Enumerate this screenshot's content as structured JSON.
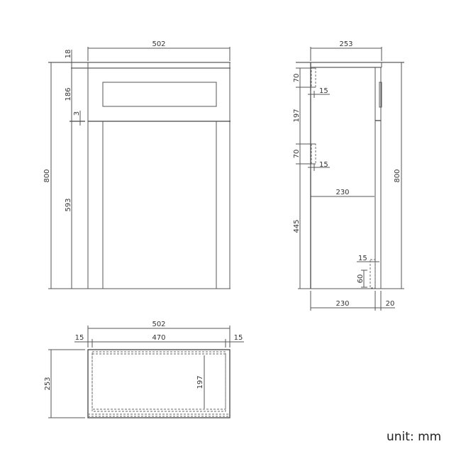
{
  "front_view": {
    "width": "502",
    "top_thickness": "18",
    "drawer_height": "186",
    "gap": "3",
    "total_height": "800",
    "door_height": "593"
  },
  "side_view": {
    "depth": "253",
    "hinge_top_height": "70",
    "hinge_top_offset": "15",
    "hinge_spacing": "197",
    "hinge_bottom_height": "70",
    "hinge_bottom_offset": "15",
    "inner_depth": "230",
    "lower_height": "445",
    "foot_offset": "15",
    "foot_height": "60",
    "total_height": "800",
    "bottom_depth": "230",
    "door_thickness": "20"
  },
  "top_view": {
    "width": "502",
    "inner_width": "470",
    "left_side": "15",
    "right_side": "15",
    "depth": "253",
    "inner_depth": "197"
  },
  "footer": {
    "unit_label": "unit: mm"
  }
}
